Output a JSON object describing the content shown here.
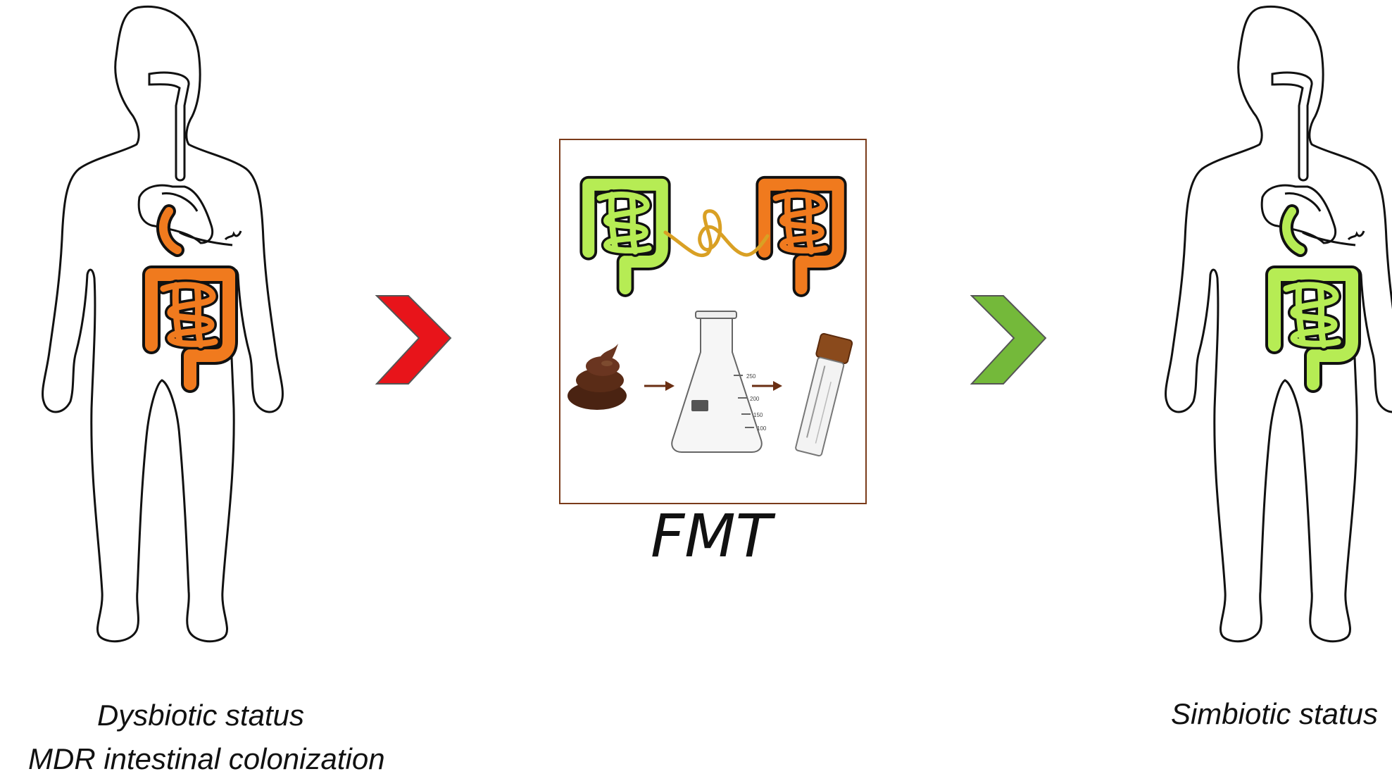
{
  "diagram": {
    "left_caption": [
      "Dysbiotic status",
      "MDR intestinal colonization"
    ],
    "center_caption": "FMT",
    "right_caption": "Simbiotic status",
    "flask_marks": [
      "250",
      "200",
      "150",
      "100"
    ],
    "colors": {
      "dysbiotic_gut": "#f07a1e",
      "symbiotic_gut": "#b6ec54",
      "arrow_left": "#e8141a",
      "arrow_right": "#74b93a",
      "frame": "#7a3b1a",
      "stool": "#4a2312",
      "tube": "#d9a024"
    }
  }
}
